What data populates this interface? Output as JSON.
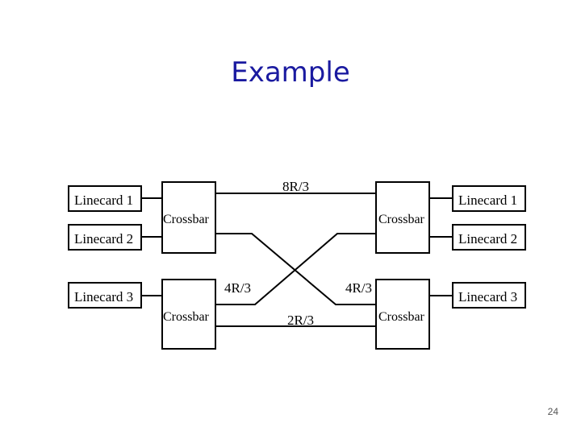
{
  "title": "Example",
  "left_linecards": [
    {
      "label": "Linecard 1"
    },
    {
      "label": "Linecard 2"
    },
    {
      "label": "Linecard 3"
    }
  ],
  "right_linecards": [
    {
      "label": "Linecard 1"
    },
    {
      "label": "Linecard 2"
    },
    {
      "label": "Linecard 3"
    }
  ],
  "crossbars": {
    "top_left": "Crossbar",
    "top_right": "Crossbar",
    "bottom_left": "Crossbar",
    "bottom_right": "Crossbar"
  },
  "rates": {
    "top": "8R/3",
    "cross_left": "4R/3",
    "cross_right": "4R/3",
    "bottom": "2R/3"
  },
  "page_number": "24"
}
